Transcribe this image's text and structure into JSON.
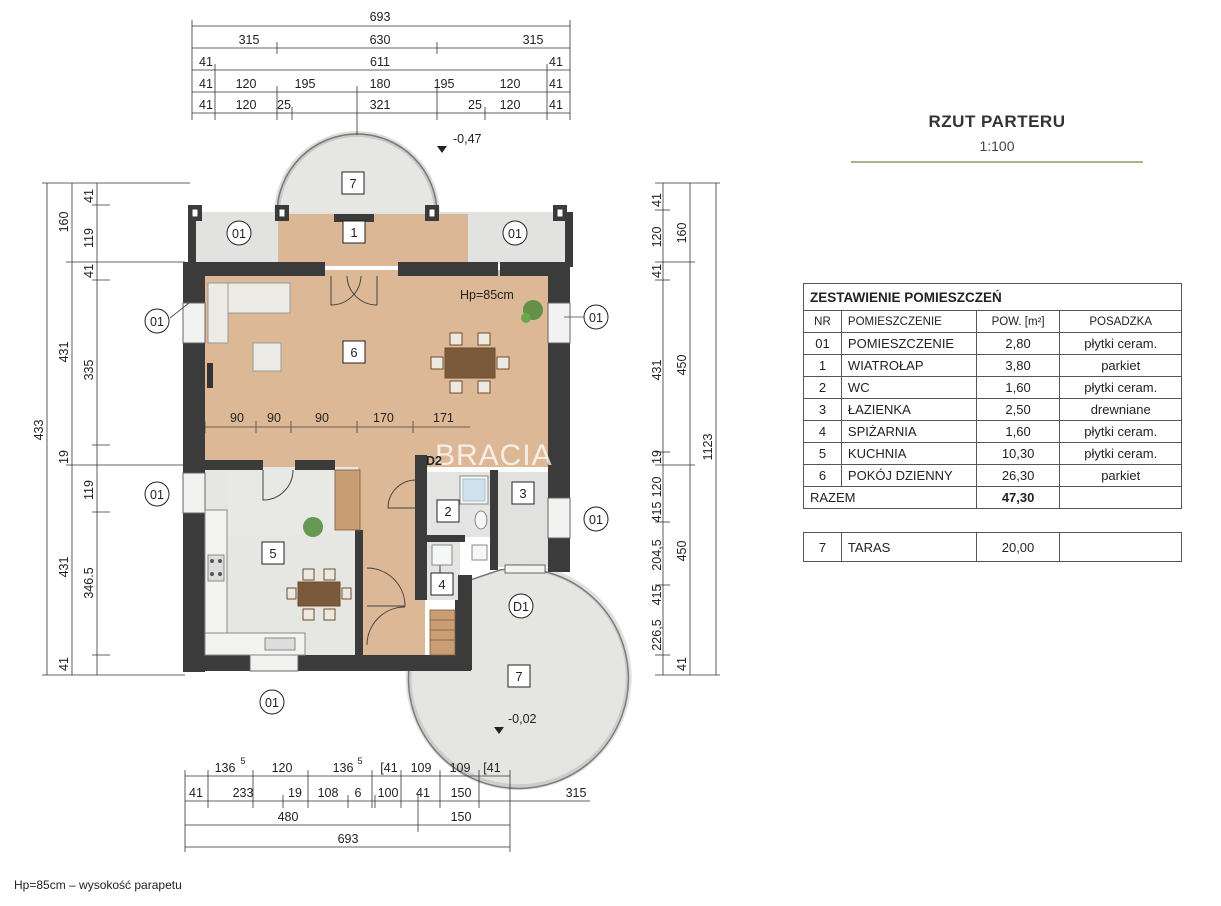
{
  "title": "RZUT PARTERU",
  "scale": "1:100",
  "caption": "Hp=85cm – wysokość parapetu",
  "watermark": "BRACIA",
  "sill_height": "Hp=85cm",
  "levels": {
    "entrance": "-0,47",
    "terrace": "-0,02"
  },
  "room_tags": {
    "r1": "1",
    "r2": "2",
    "r3": "3",
    "r4": "4",
    "r5": "5",
    "r6": "6",
    "r7_top": "7",
    "r7_bottom": "7"
  },
  "window_tags": {
    "w01": "01",
    "d1": "D1",
    "d2": "D2"
  },
  "dims": {
    "top_total": "693",
    "top_row2": [
      "315",
      "630",
      "315"
    ],
    "top_row3": [
      "41",
      "611",
      "41"
    ],
    "top_row4": [
      "41",
      "120",
      "195",
      "180",
      "195",
      "120",
      "41"
    ],
    "top_row5": [
      "41",
      "120",
      "25",
      "321",
      "25",
      "120",
      "41"
    ],
    "left_outer": "433",
    "left_mid": [
      "160",
      "431",
      "431"
    ],
    "left_inner": [
      "41",
      "119",
      "41",
      "335",
      "19",
      "119",
      "346.5",
      "41"
    ],
    "right_outer": "1123",
    "right_mid": [
      "160",
      "431",
      "450",
      "450"
    ],
    "right_inner": [
      "41",
      "120",
      "41",
      "19",
      "120",
      "415",
      "204,5",
      "415",
      "226,5",
      "41"
    ],
    "interior": [
      "90",
      "90",
      "90",
      "170",
      "171"
    ],
    "bottom_row1": [
      "136",
      "5",
      "120",
      "136",
      "5",
      "[41",
      "109",
      "109",
      "[41"
    ],
    "bottom_row2": [
      "41",
      "233",
      "19",
      "108",
      "6",
      "100",
      "41",
      "150",
      "315"
    ],
    "bottom_row3": [
      "480",
      "150"
    ],
    "bottom_total": "693"
  },
  "table": {
    "header": "ZESTAWIENIE POMIESZCZEŃ",
    "columns": [
      "NR",
      "POMIESZCZENIE",
      "POW. [m²]",
      "POSADZKA"
    ],
    "rows": [
      [
        "01",
        "POMIESZCZENIE",
        "2,80",
        "płytki ceram."
      ],
      [
        "1",
        "WIATROŁAP",
        "3,80",
        "parkiet"
      ],
      [
        "2",
        "WC",
        "1,60",
        "płytki ceram."
      ],
      [
        "3",
        "ŁAZIENKA",
        "2,50",
        "drewniane"
      ],
      [
        "4",
        "SPIŻARNIA",
        "1,60",
        "płytki ceram."
      ],
      [
        "5",
        "KUCHNIA",
        "10,30",
        "płytki ceram."
      ],
      [
        "6",
        "POKÓJ DZIENNY",
        "26,30",
        "parkiet"
      ]
    ],
    "total_label": "RAZEM",
    "total_value": "47,30",
    "terrace": [
      "7",
      "TARAS",
      "20,00",
      ""
    ]
  }
}
